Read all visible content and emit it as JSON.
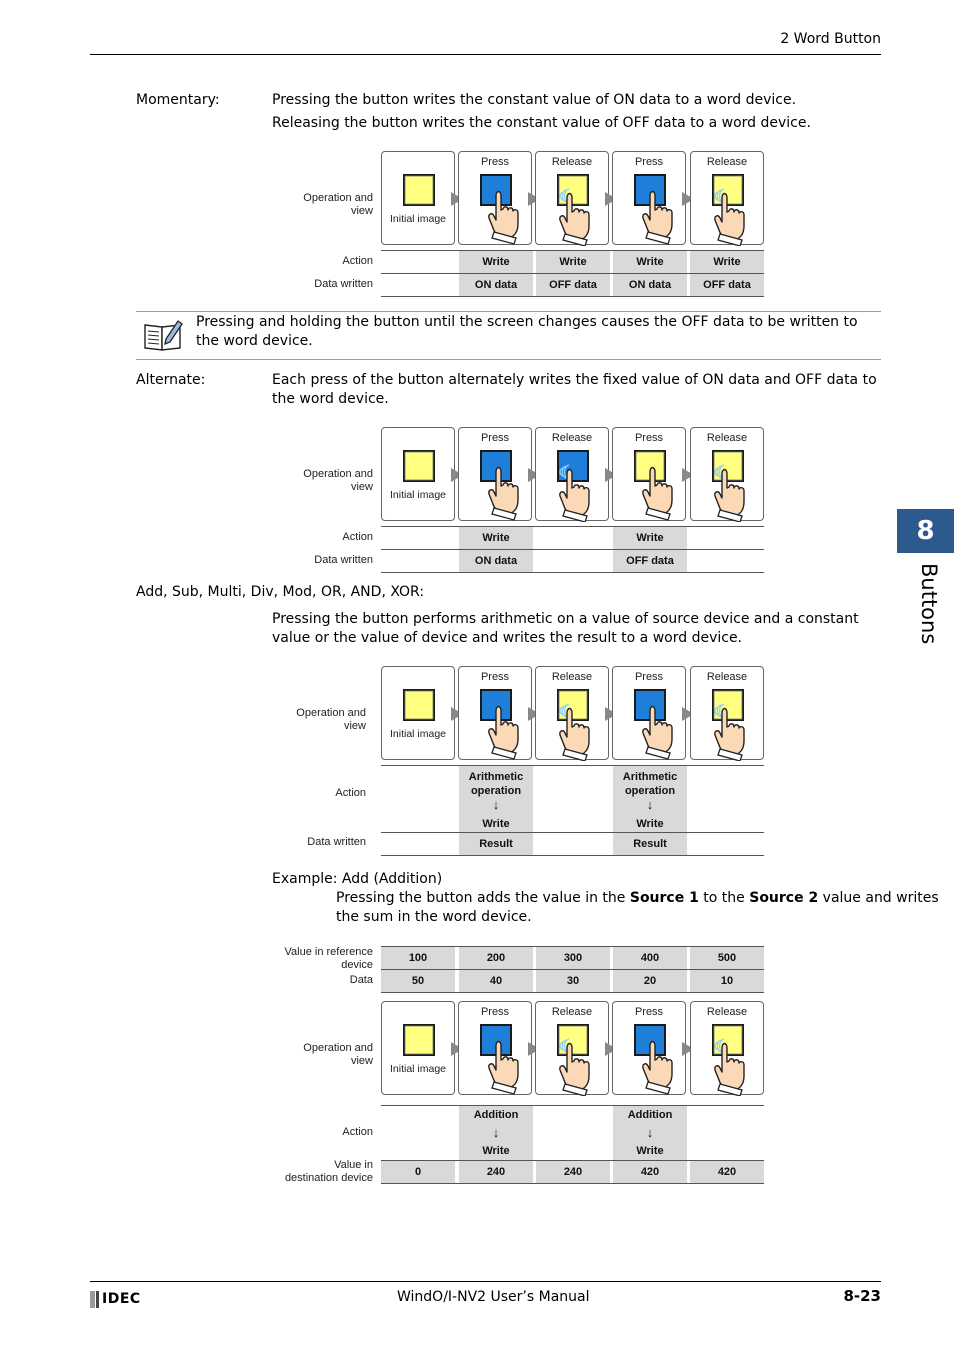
{
  "header": {
    "title": "2 Word Button"
  },
  "momentary": {
    "term": "Momentary:",
    "line1": "Pressing the button writes the constant value of ON data to a word device.",
    "line2": "Releasing the button writes the constant value of OFF data to a word device."
  },
  "diagram_common": {
    "op_label_1": "Operation and",
    "op_label_2": "view",
    "initial_image": "Initial image",
    "press": "Press",
    "release": "Release",
    "action": "Action",
    "data_written": "Data written",
    "write": "Write",
    "on_data": "ON data",
    "off_data": "OFF data"
  },
  "note": {
    "text": "Pressing and holding the button until the screen changes causes the OFF data to be written to the word device."
  },
  "alternate": {
    "term": "Alternate:",
    "text": "Each press of the button alternately writes the fixed value of ON data and OFF data to the word device."
  },
  "arith": {
    "term": "Add, Sub, Multi, Div, Mod, OR, AND, XOR:",
    "text": "Pressing the button performs arithmetic on a value of source device and a constant value or the value of device and writes the result to a word device.",
    "arith_1": "Arithmetic",
    "arith_2": "operation",
    "down": "↓",
    "result": "Result"
  },
  "example": {
    "title": "Example: Add (Addition)",
    "text_a": "Pressing the button adds the value in the ",
    "src1": "Source 1",
    "text_b": " to the ",
    "src2": "Source 2",
    "text_c": " value and writes",
    "text_d": "the sum in the word device.",
    "ref_label_1": "Value in reference",
    "ref_label_2": "device",
    "data_label": "Data",
    "ref_values": [
      "100",
      "200",
      "300",
      "400",
      "500"
    ],
    "data_values": [
      "50",
      "40",
      "30",
      "20",
      "10"
    ],
    "addition": "Addition",
    "dest_label_1": "Value in",
    "dest_label_2": "destination device",
    "dest_values": [
      "0",
      "240",
      "240",
      "420",
      "420"
    ]
  },
  "side_tab": {
    "number": "8",
    "label": "Buttons"
  },
  "footer": {
    "logo": "IDEC",
    "manual": "WindO/I-NV2 User’s Manual",
    "page": "8-23"
  },
  "colors": {
    "yellow": "#ffff80",
    "blue": "#1f7fd8",
    "gray_cell": "#d9d9d9",
    "tab": "#2d5a8c"
  }
}
